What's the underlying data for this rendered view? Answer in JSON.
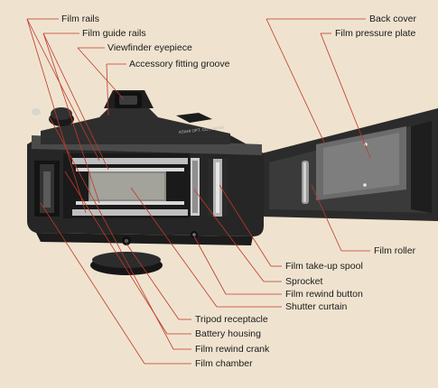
{
  "labels": {
    "film_rails": "Film rails",
    "film_guide_rails": "Film guide rails",
    "viewfinder_eyepiece": "Viewfinder eyepiece",
    "accessory_fitting_groove": "Accessory fitting groove",
    "back_cover": "Back cover",
    "film_pressure_plate": "Film pressure plate",
    "film_roller": "Film roller",
    "film_take_up_spool": "Film take-up spool",
    "sprocket": "Sprocket",
    "film_rewind_button": "Film rewind button",
    "shutter_curtain": "Shutter curtain",
    "tripod_receptacle": "Tripod receptacle",
    "battery_housing": "Battery housing",
    "film_rewind_crank": "Film rewind crank",
    "film_chamber": "Film chamber"
  },
  "camera_engraving": "ASAHI OPT. CO., JAPAN",
  "colors": {
    "paper": "#efe3cf",
    "leader_line": "#c0392b",
    "camera_body": "#262626",
    "camera_highlight": "#4a4a4a",
    "shutter": "#8a8a84"
  }
}
